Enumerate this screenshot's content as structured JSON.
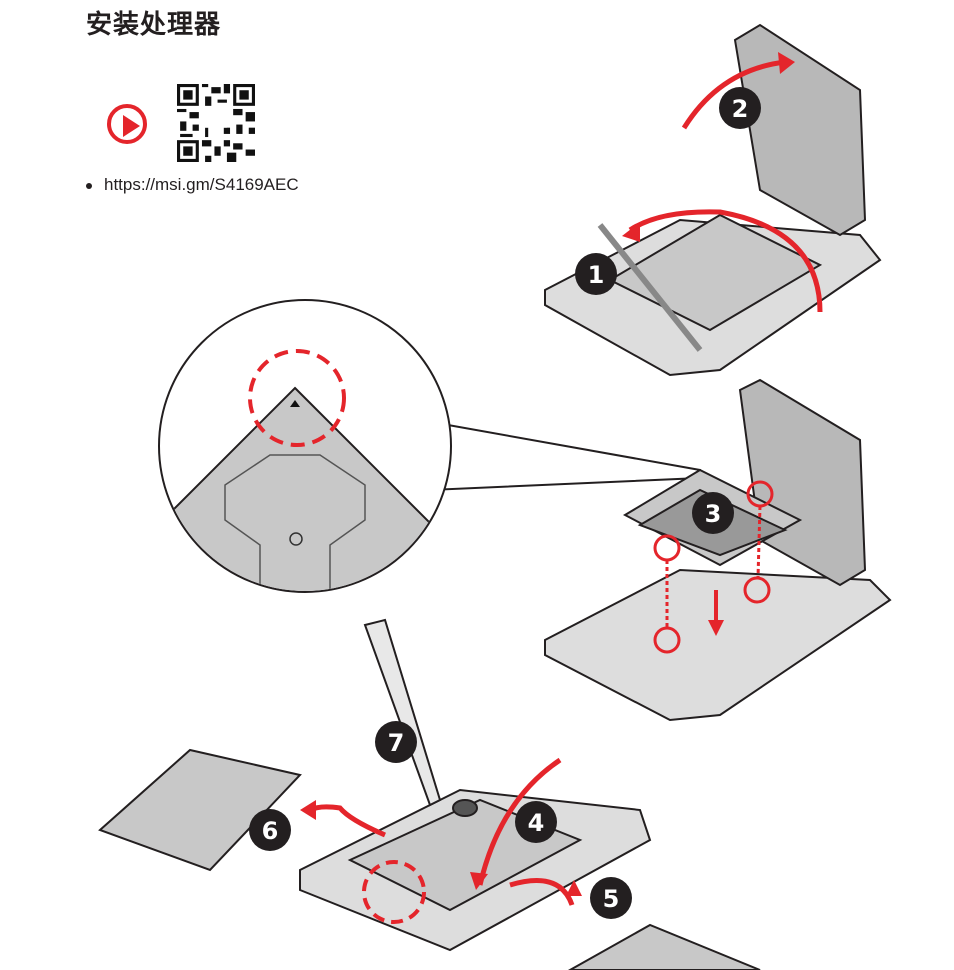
{
  "title": "安装处理器",
  "video": {
    "icon": "play-icon",
    "qr_icon": "qr-code-icon",
    "url": "https://msi.gm/S4169AEC"
  },
  "steps": [
    "1",
    "2",
    "3",
    "4",
    "5",
    "6",
    "7"
  ],
  "colors": {
    "accent": "#e4252b",
    "text": "#231f20",
    "part_gray": "#c8c8c8"
  }
}
